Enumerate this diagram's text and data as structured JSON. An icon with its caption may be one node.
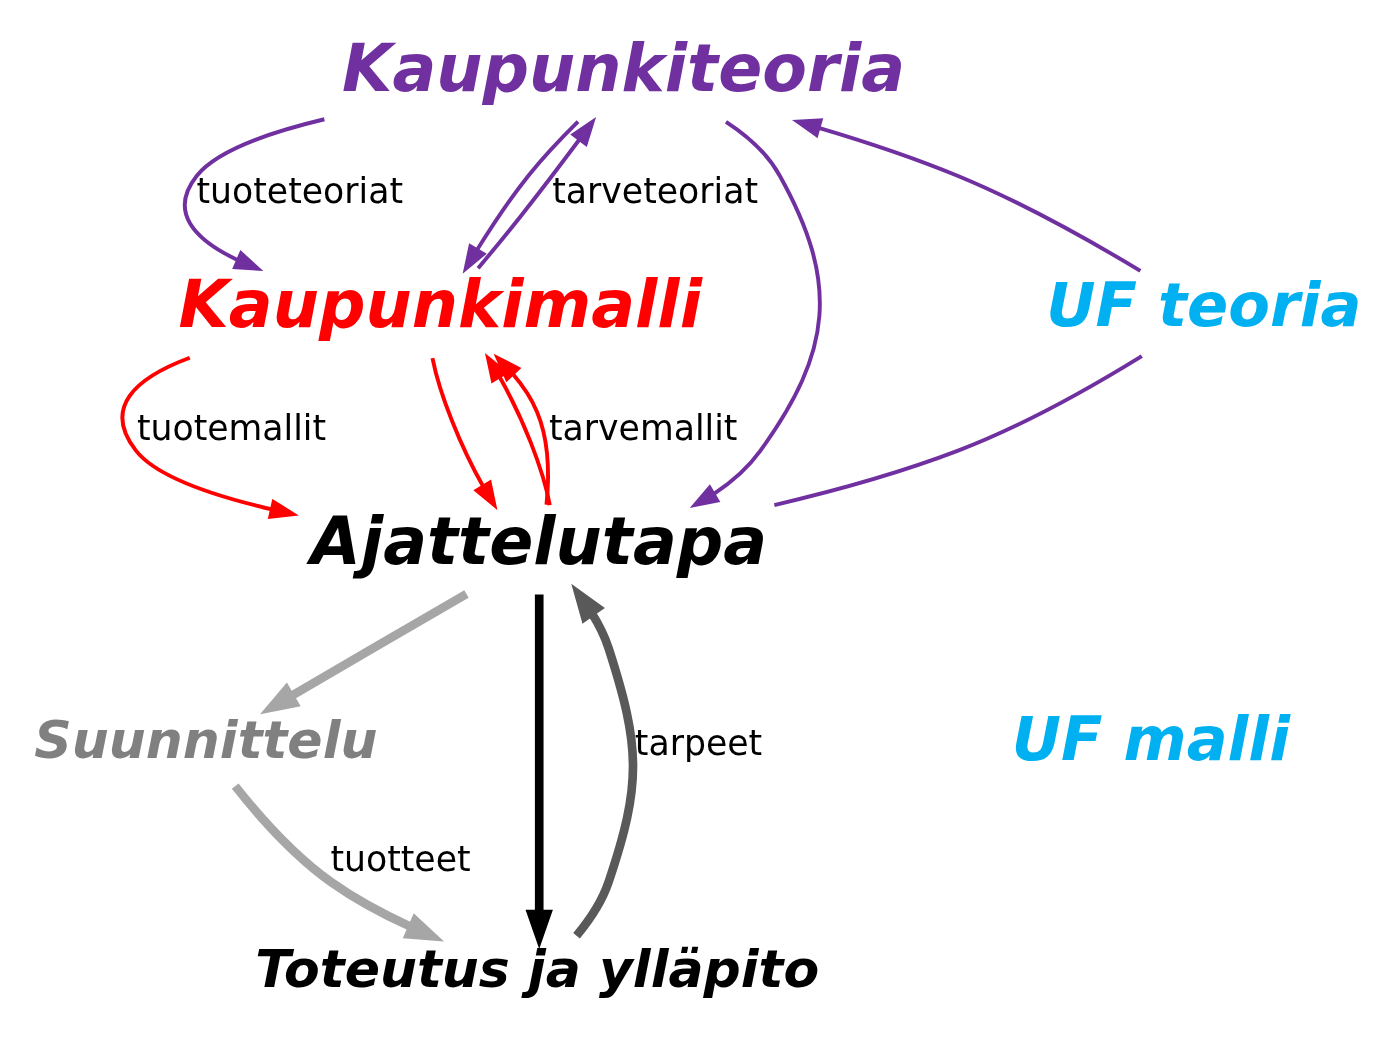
{
  "diagram": {
    "nodes": [
      {
        "text": [
          "Kaupunkiteoria"
        ]
      },
      {
        "text": [
          "Kaupunkimalli"
        ]
      },
      {
        "text": [
          "Ajattelutapa"
        ]
      },
      {
        "text": [
          "Suunnittelu"
        ]
      },
      {
        "text": [
          "Toteutus ja ylläpito"
        ]
      },
      {
        "text": [
          "UF teoria"
        ]
      }
    ],
    "edges": [
      {
        "from": 5,
        "to": 0,
        "arrow": "to",
        "color": "#7030a0"
      },
      {
        "from": 2,
        "to": 5,
        "arrow": "none",
        "color": "#7030a0"
      },
      {
        "from": 1,
        "to": 0,
        "arrow": "to",
        "label": "tarveteoriat",
        "color": "#7030a0"
      },
      {
        "from": 0,
        "to": 1,
        "arrow": "to",
        "label": "tuoteteoriat",
        "color": "#7030a0"
      },
      {
        "from": 0,
        "to": 1,
        "arrow": "to",
        "color": "#7030a0"
      },
      {
        "from": 0,
        "to": 2,
        "arrow": "to",
        "color": "#7030a0"
      },
      {
        "from": 2,
        "to": 1,
        "arrow": "to",
        "label": "tarvemallit",
        "color": "#ff0000"
      },
      {
        "from": 1,
        "to": 2,
        "arrow": "to",
        "label": "tuotemallit",
        "color": "#ff0000"
      },
      {
        "from": 2,
        "to": 1,
        "arrow": "to",
        "color": "#ff0000"
      },
      {
        "from": 1,
        "to": 2,
        "arrow": "to",
        "color": "#ff0000"
      },
      {
        "from": 2,
        "to": 3,
        "arrow": "to",
        "style": "thick",
        "color": "#a6a6a6"
      },
      {
        "from": 3,
        "to": 4,
        "arrow": "to",
        "label": "tuotteet",
        "style": "thick",
        "color": "#a6a6a6"
      },
      {
        "from": 2,
        "to": 4,
        "arrow": "to",
        "style": "thick",
        "color": "#000000"
      },
      {
        "from": 4,
        "to": 2,
        "arrow": "to",
        "label": "tarpeet",
        "style": "thick",
        "color": "#595959"
      }
    ],
    "labels": [
      "UF malli"
    ]
  }
}
